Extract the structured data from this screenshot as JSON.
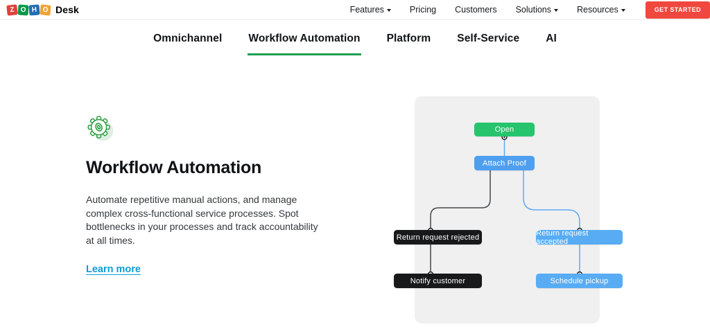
{
  "header": {
    "logo": {
      "letters": [
        {
          "char": "Z",
          "color": "#e0413d"
        },
        {
          "char": "O",
          "color": "#089949"
        },
        {
          "char": "H",
          "color": "#226db4"
        },
        {
          "char": "O",
          "color": "#f0a338"
        }
      ],
      "product": "Desk"
    },
    "nav": [
      {
        "label": "Features"
      },
      {
        "label": "Pricing"
      },
      {
        "label": "Customers"
      },
      {
        "label": "Solutions"
      },
      {
        "label": "Resources"
      }
    ],
    "cta": {
      "label": "GET STARTED",
      "color": "#f0483e"
    }
  },
  "tabs": {
    "items": [
      {
        "label": "Omnichannel"
      },
      {
        "label": "Workflow Automation"
      },
      {
        "label": "Platform"
      },
      {
        "label": "Self-Service"
      },
      {
        "label": "AI"
      }
    ],
    "active_label": "Workflow Automation",
    "active_color": "#1e9e4f"
  },
  "content": {
    "icon": "gear-icon",
    "title": "Workflow Automation",
    "description": "Automate repetitive manual actions, and manage complex cross-functional service processes. Spot bottlenecks in your processes and track accountability at all times.",
    "link": {
      "label": "Learn more",
      "color": "#0e9dd3"
    }
  },
  "diagram": {
    "panel_color": "#f0f0f1",
    "line_dark": "#43474b",
    "line_blue": "#5ea9f3",
    "nodes": [
      {
        "label": "Open",
        "color": "#26c46c"
      },
      {
        "label": "Attach Proof",
        "color": "#4f9ff0"
      },
      {
        "label": "Return request rejected",
        "color": "#17191b"
      },
      {
        "label": "Return request accepted",
        "color": "#58acf4"
      },
      {
        "label": "Notify customer",
        "color": "#17191b"
      },
      {
        "label": "Schedule pickup",
        "color": "#58acf4"
      }
    ]
  }
}
